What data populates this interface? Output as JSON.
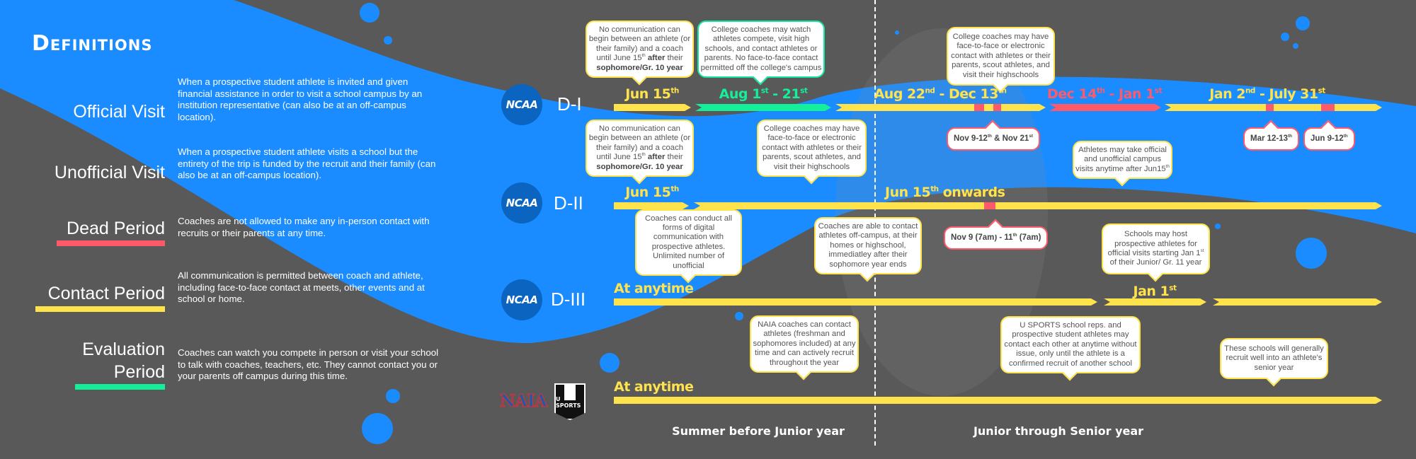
{
  "colors": {
    "blue": "#1a8cff",
    "gray": "#595959",
    "contact": "#ffe34d",
    "evaluation": "#14f09a",
    "dead": "#ff5a6a",
    "ncaa": "#0a64c0"
  },
  "definitions": {
    "title": "Definitions",
    "items": [
      {
        "term": "Official Visit",
        "desc": "When a prospective student athlete is invited and given financial assistance in order to visit a school campus by an institution representative (can also be at an off-campus location)."
      },
      {
        "term": "Unofficial Visit",
        "desc": "When a prospective student athlete visits a school but the entirety of the trip is funded by the recruit and their family (can also be at an off-campus location)."
      },
      {
        "term": "Dead Period",
        "desc": "Coaches are not allowed to make any in-person contact with recruits or their parents at any time.",
        "legend": "dead"
      },
      {
        "term": "Contact Period",
        "desc": "All communication is permitted between coach and athlete, including face-to-face contact at meets, other events and at school or home.",
        "legend": "contact"
      },
      {
        "term_line1": "Evaluation",
        "term_line2": "Period",
        "desc": "Coaches can watch you compete in person or visit your school to talk with coaches, teachers, etc. They cannot contact you or your parents off campus during this time.",
        "legend": "evaluation"
      }
    ]
  },
  "rows": [
    {
      "logo": "NCAA",
      "division": "D-I",
      "segments": [
        "contact",
        "evaluation",
        "contact",
        "dead",
        "contact"
      ],
      "labels": [
        [
          {
            "t": "Jun 15"
          },
          {
            "t": "th",
            "s": "sup"
          }
        ],
        [
          {
            "t": "Aug 1"
          },
          {
            "t": "st",
            "s": "sup"
          },
          {
            "t": " - 21"
          },
          {
            "t": "st",
            "s": "sup"
          }
        ],
        [
          {
            "t": "Aug 22"
          },
          {
            "t": "nd",
            "s": "sup"
          },
          {
            "t": " - Dec 13"
          },
          {
            "t": "th",
            "s": "sup"
          }
        ],
        [
          {
            "t": "Dec 14"
          },
          {
            "t": "th",
            "s": "sup"
          },
          {
            "t": " - Jan 1"
          },
          {
            "t": "st",
            "s": "sup"
          }
        ],
        [
          {
            "t": "Jan 2"
          },
          {
            "t": "nd",
            "s": "sup"
          },
          {
            "t": " - July 31"
          },
          {
            "t": "st",
            "s": "sup"
          }
        ]
      ]
    },
    {
      "logo": "NCAA",
      "division": "D-II",
      "segments": [
        "contact",
        "contact"
      ],
      "labels": [
        [
          {
            "t": "Jun 15"
          },
          {
            "t": "th",
            "s": "sup"
          }
        ],
        [
          {
            "t": "Jun 15"
          },
          {
            "t": "th",
            "s": "sup"
          },
          {
            "t": " onwards"
          }
        ]
      ]
    },
    {
      "logo": "NCAA",
      "division": "D-III",
      "segments": [
        "contact",
        "contact",
        "contact"
      ],
      "labels": [
        [
          {
            "t": "At anytime"
          }
        ],
        [
          {
            "t": "Jan 1"
          },
          {
            "t": "st",
            "s": "sup"
          }
        ]
      ]
    },
    {
      "logos": [
        "NAIA",
        "U SPORTS"
      ],
      "segments": [
        "contact"
      ],
      "labels": [
        [
          {
            "t": "At anytime"
          }
        ]
      ]
    }
  ],
  "callouts": [
    [
      {
        "t": "No communication can begin between an athlete (or their family) and a coach until June 15"
      },
      {
        "t": "th",
        "s": "sup"
      },
      {
        "t": " "
      },
      {
        "t": "after",
        "s": "b"
      },
      {
        "t": " their "
      },
      {
        "t": "sophomore/Gr. 10 year",
        "s": "b"
      }
    ],
    [
      {
        "t": "College coaches may watch athletes compete, visit high schools, and contact athletes or parents. No face-to-face contact permitted off the college's campus"
      }
    ],
    [
      {
        "t": "College coaches may have face-to-face or electronic contact with athletes or their parents, scout athletes, and visit their highschools"
      }
    ],
    [
      {
        "t": "Nov 9-12"
      },
      {
        "t": "th",
        "s": "sup"
      },
      {
        "t": " & Nov 21"
      },
      {
        "t": "st",
        "s": "sup"
      }
    ],
    [
      {
        "t": "Mar 12-13"
      },
      {
        "t": "th",
        "s": "sup"
      }
    ],
    [
      {
        "t": "Jun 9-12"
      },
      {
        "t": "th",
        "s": "sup"
      }
    ],
    [
      {
        "t": "No communication can begin between an athlete (or their family) and a coach until June 15"
      },
      {
        "t": "th",
        "s": "sup"
      },
      {
        "t": " "
      },
      {
        "t": "after",
        "s": "b"
      },
      {
        "t": " their "
      },
      {
        "t": "sophomore/Gr. 10 year",
        "s": "b"
      }
    ],
    [
      {
        "t": "College coaches may have face-to-face or electronic contact with athletes or their parents, scout athletes, and visit their highschools"
      }
    ],
    [
      {
        "t": "Athletes may take official and unofficial campus visits anytime after Jun15"
      },
      {
        "t": "th",
        "s": "sup"
      }
    ],
    [
      {
        "t": "Nov 9 (7am) - 11"
      },
      {
        "t": "th",
        "s": "sup"
      },
      {
        "t": " (7am)"
      }
    ],
    [
      {
        "t": "Coaches can conduct all forms of digital communication with prospective athletes. Unlimited number of unofficial"
      }
    ],
    [
      {
        "t": "Coaches are able to contact athletes off-campus, at their homes or highschool, immediatley after their sophomore year ends"
      }
    ],
    [
      {
        "t": "Schools may host prospective athletes for official visits starting Jan 1"
      },
      {
        "t": "st",
        "s": "sup"
      },
      {
        "t": " of their Junior/ Gr. 11 year"
      }
    ],
    [
      {
        "t": "NAIA coaches can contact athletes (freshman and sophomores included) at any time and can actively recruit throughout the year"
      }
    ],
    [
      {
        "t": "U SPORTS school reps. and prospective student athletes may contact each other at anytime without issue, only until the athlete is a confirmed recruit of another school"
      }
    ],
    [
      {
        "t": "These schools will generally recruit well into an athlete's senior year"
      }
    ]
  ],
  "footer": {
    "left": "Summer before Junior year",
    "right": "Junior through Senior year"
  }
}
